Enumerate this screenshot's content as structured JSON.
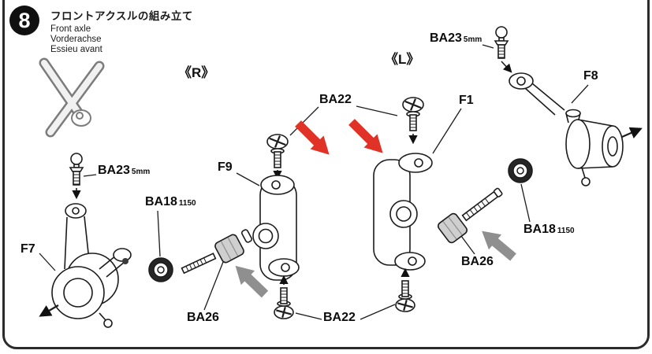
{
  "step": {
    "number": "8",
    "titles": {
      "ja": "フロントアクスルの組み立て",
      "en": "Front axle",
      "de": "Vorderachse",
      "fr": "Essieu avant"
    }
  },
  "side_labels": {
    "right": "《R》",
    "left": "《L》"
  },
  "part_labels": [
    {
      "id": "ba23-top",
      "text": "BA23",
      "sub": "5mm"
    },
    {
      "id": "f8",
      "text": "F8"
    },
    {
      "id": "ba22-top",
      "text": "BA22"
    },
    {
      "id": "f1",
      "text": "F1"
    },
    {
      "id": "f9",
      "text": "F9"
    },
    {
      "id": "ba23-left",
      "text": "BA23",
      "sub": "5mm"
    },
    {
      "id": "ba18-left",
      "text": "BA18",
      "sub": "1150"
    },
    {
      "id": "f7",
      "text": "F7"
    },
    {
      "id": "ba18-right",
      "text": "BA18",
      "sub": "1150"
    },
    {
      "id": "ba26-right",
      "text": "BA26"
    },
    {
      "id": "ba26-left",
      "text": "BA26"
    },
    {
      "id": "ba22-bottom",
      "text": "BA22"
    }
  ],
  "colors": {
    "red_arrow": "#e03226",
    "gray_arrow": "#8f8f8f",
    "line": "#1c1c1c",
    "bg": "#ffffff"
  }
}
